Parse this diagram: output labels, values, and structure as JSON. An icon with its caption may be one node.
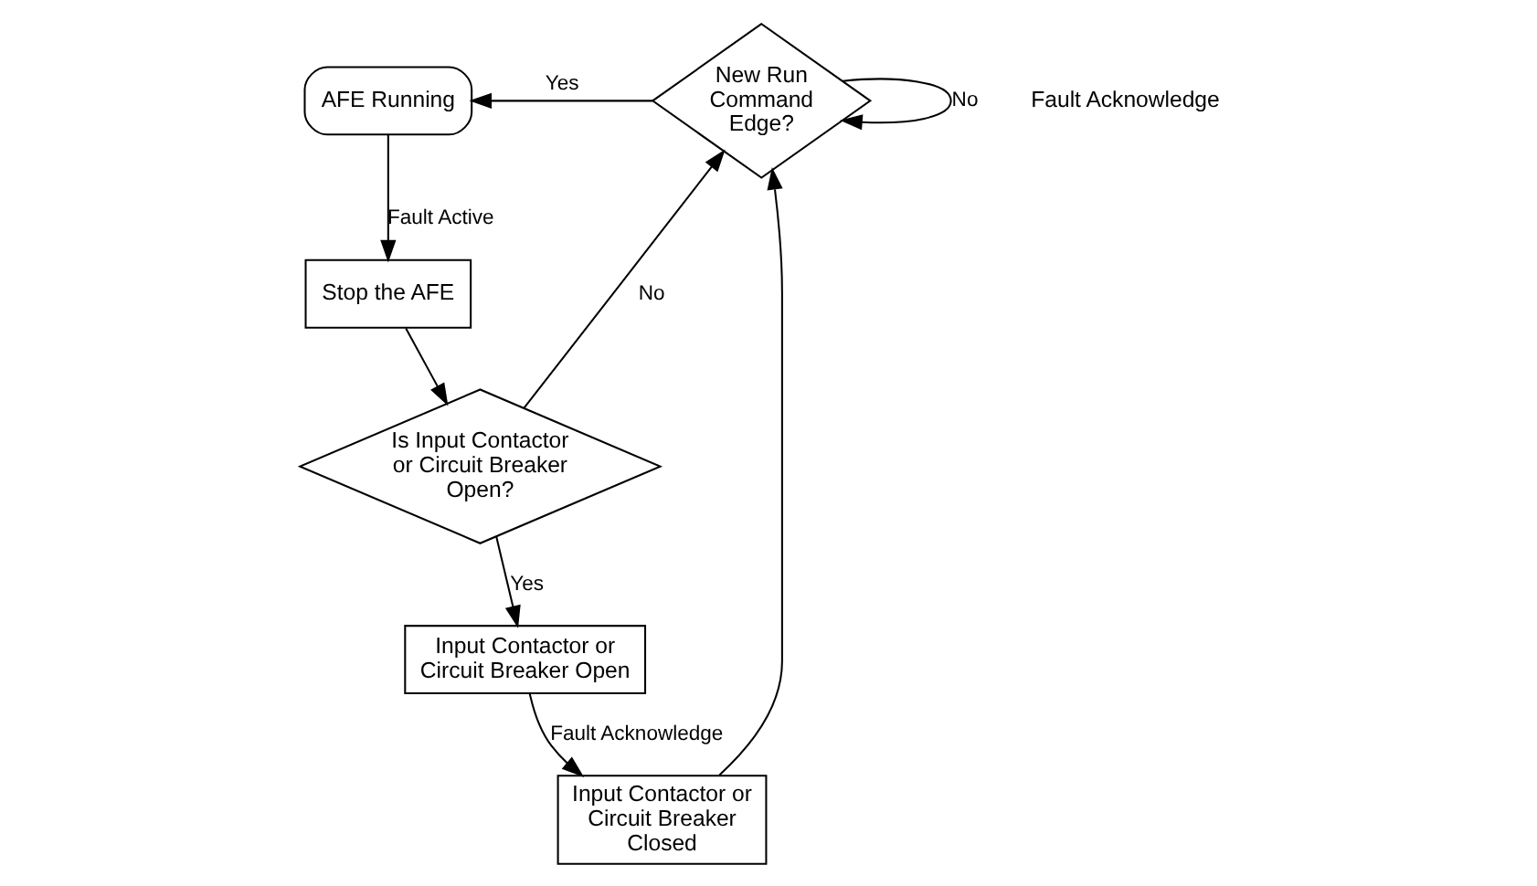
{
  "diagram": {
    "nodes": [
      {
        "text": [
          "AFE Running"
        ]
      },
      {
        "text": [
          "Stop the AFE"
        ]
      },
      {
        "text": [
          "Is Input Contactor or Circuit Breaker Open?"
        ]
      },
      {
        "text": [
          "Input Contactor or Circuit Breaker Open"
        ]
      },
      {
        "text": [
          "Input Contactor or Circuit Breaker Closed"
        ]
      },
      {
        "text": [
          "New Run Command Edge?"
        ]
      }
    ],
    "edges": [
      {
        "from": 0,
        "to": 1,
        "arrow": "to",
        "label": "Fault Active"
      },
      {
        "from": 1,
        "to": 2,
        "arrow": "to"
      },
      {
        "from": 2,
        "to": 3,
        "arrow": "to",
        "label": "Yes"
      },
      {
        "from": 3,
        "to": 4,
        "arrow": "to",
        "label": "Fault Acknowledge"
      },
      {
        "from": 2,
        "to": 5,
        "arrow": "to",
        "label": "No"
      },
      {
        "from": 4,
        "to": 5,
        "arrow": "to"
      },
      {
        "from": 5,
        "to": 5,
        "arrow": "to",
        "label": "No"
      },
      {
        "from": 5,
        "to": 0,
        "arrow": "to",
        "label": "Yes"
      }
    ],
    "labels": [
      "Fault Acknowledge"
    ]
  }
}
